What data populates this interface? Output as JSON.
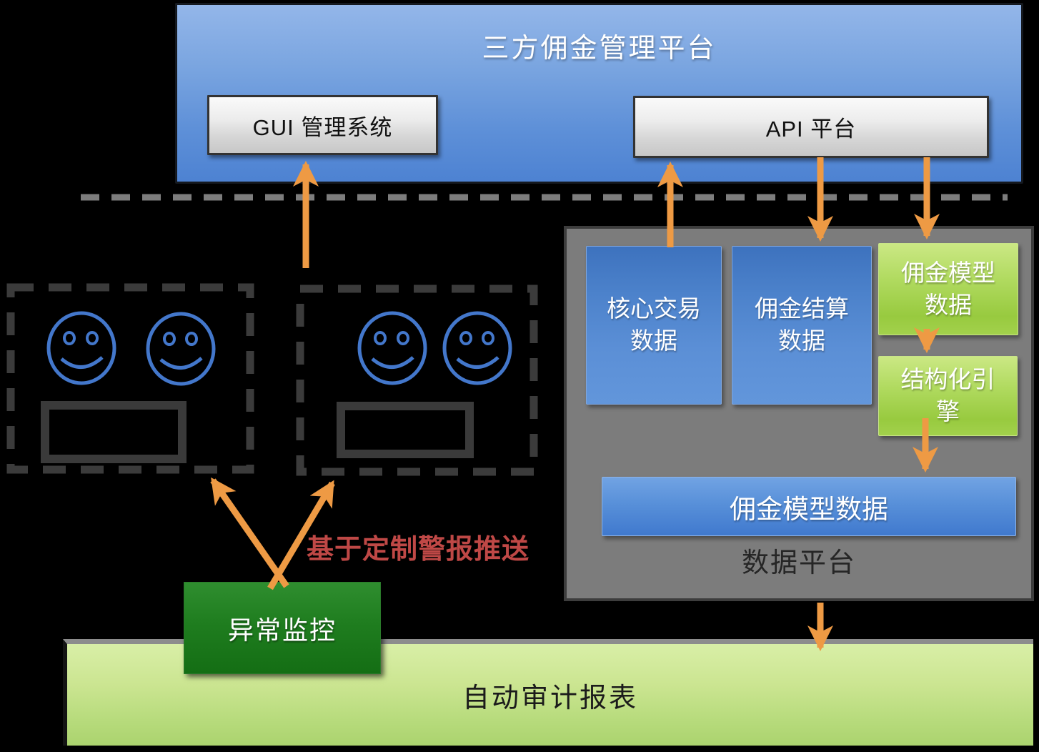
{
  "top_platform": {
    "title": "三方佣金管理平台",
    "gui_label": "GUI 管理系统",
    "api_label": "API 平台"
  },
  "data_platform": {
    "label": "数据平台",
    "core_box": {
      "line1": "核心交易",
      "line2": "数据"
    },
    "settlement_box": {
      "line1": "佣金结算",
      "line2": "数据"
    },
    "model_box": {
      "line1": "佣金模型",
      "line2": "数据"
    },
    "engine_box": {
      "line1": "结构化引",
      "line2": "擎"
    },
    "model_wide_label": "佣金模型数据"
  },
  "monitoring": {
    "exception_label": "异常监控",
    "alert_push_label": "基于定制警报推送"
  },
  "report_label": "自动审计报表",
  "icons": {
    "user_faces": "smiley-face-icon",
    "user_terminals": "terminal-screen-icon",
    "arrows": "orange-flow-arrow"
  },
  "colors": {
    "background": "#000000",
    "platform_blue": "#5e90d8",
    "node_blue": "#4c82cb",
    "node_green": "#9ecc49",
    "exception_green": "#1f7d1f",
    "report_green": "#c3e18a",
    "panel_gray": "#7c7c7c",
    "arrow_orange": "#ee9a44",
    "alert_red": "#bf4846",
    "smiley_blue": "#4377cb"
  }
}
